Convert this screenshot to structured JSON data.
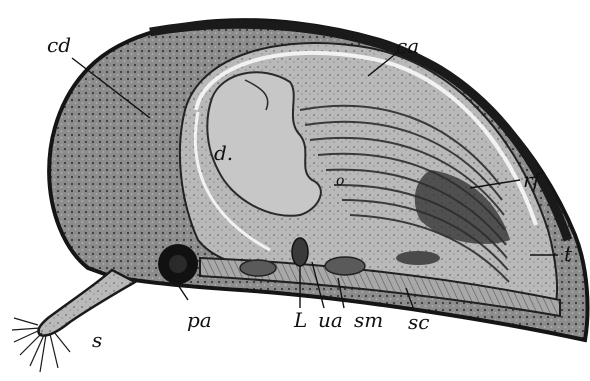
{
  "figure": {
    "labels": {
      "cd": "cd",
      "ca": "ca",
      "d": "d.",
      "o": "o",
      "rf": "rf",
      "t": "t",
      "s": "s",
      "pa": "pa",
      "L": "L",
      "ua": "ua",
      "sm": "sm",
      "sc": "sc"
    }
  }
}
